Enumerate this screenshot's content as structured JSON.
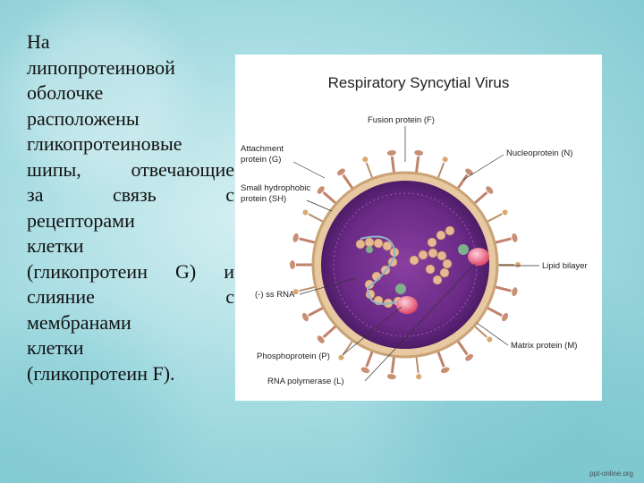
{
  "text_lines": [
    "На",
    "липопротеиновой",
    "оболочке",
    "расположены",
    "гликопротеиновые",
    "шипы, отвечающие",
    "за связь с",
    "рецепторами",
    "клетки",
    "(гликопротеин G) и",
    "слияние с",
    "мембранами",
    "клетки",
    "(гликопротеин F)."
  ],
  "figure": {
    "title": "Respiratory Syncytial Virus",
    "labels": {
      "fusion": "Fusion protein (F)",
      "attachment_1": "Attachment",
      "attachment_2": "protein (G)",
      "nucleoprotein": "Nucleoprotein (N)",
      "sh_1": "Small hydrophobic",
      "sh_2": "protein (SH)",
      "lipid": "Lipid bilayer",
      "rna": "(-) ss RNA",
      "matrix": "Matrix protein (M)",
      "phospho": "Phosphoprotein (P)",
      "polymerase": "RNA polymerase (L)"
    }
  },
  "watermark": "ppt-online.org"
}
